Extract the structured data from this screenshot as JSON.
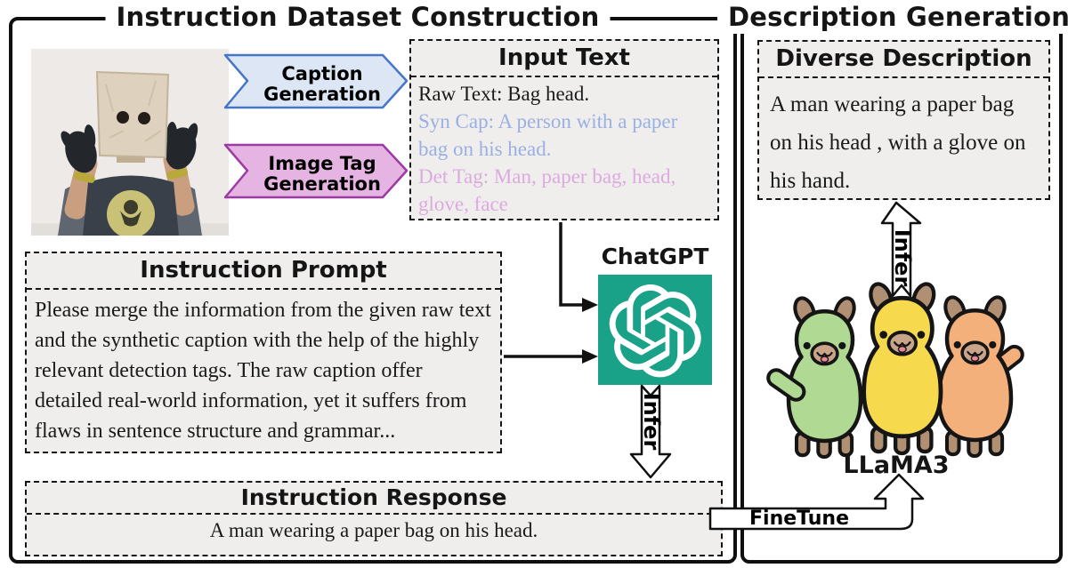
{
  "panels": {
    "left": {
      "title": "Instruction Dataset Construction"
    },
    "right": {
      "title": "Description Generation"
    }
  },
  "generators": {
    "caption": {
      "lines": [
        "Caption",
        "Generation"
      ],
      "fill": "#dce6f5",
      "border": "#4776c6"
    },
    "image_tag": {
      "lines": [
        "Image Tag",
        "Generation"
      ],
      "fill": "#e6b4e2",
      "border": "#9c3ba4"
    }
  },
  "input_text": {
    "title": "Input Text",
    "raw_text": "Raw Text: Bag head.",
    "syn_cap": "Syn Cap: A person with a paper bag on his head.",
    "det_tag": "Det Tag: Man, paper bag, head, glove, face",
    "colors": {
      "raw_text": "#1a1a1a",
      "syn_cap": "#9bb0e2",
      "det_tag": "#dcabde"
    }
  },
  "instruction_prompt": {
    "title": "Instruction Prompt",
    "body": "Please merge the information from the given raw text and the synthetic caption with the help of the highly relevant detection tags. The raw caption offer detailed real-world information, yet it suffers from flaws in sentence structure and grammar..."
  },
  "chatgpt": {
    "label": "ChatGPT",
    "brand_color": "#19a287"
  },
  "arrows": {
    "infer_down": "Infer",
    "infer_up": "Infer",
    "finetune": "FineTune"
  },
  "instruction_response": {
    "title": "Instruction Response",
    "body": "A man wearing a paper bag on his head."
  },
  "diverse_description": {
    "title": "Diverse Description",
    "body": "A man wearing a paper bag on his head , with a glove on his hand."
  },
  "llama": {
    "label": "LLaMA3",
    "colors": {
      "green": "#b0d994",
      "yellow": "#f7d94e",
      "orange": "#f3b07b",
      "brown": "#b18f72"
    }
  }
}
